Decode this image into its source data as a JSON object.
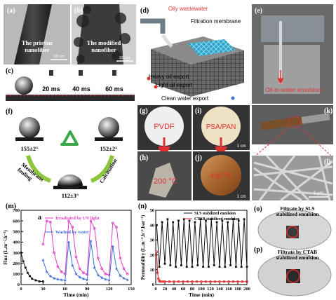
{
  "panels": {
    "a": {
      "label": "(a)",
      "caption": "The pristine\nnanofiber",
      "scale": "100 nm"
    },
    "b": {
      "label": "(b)",
      "caption": "The modified\nnanofiber",
      "scale": "100 nm"
    },
    "c": {
      "label": "(c)",
      "times": [
        "20 ms",
        "40 ms",
        "60 ms"
      ]
    },
    "d": {
      "label": "(d)",
      "oily": "Oily wastewater",
      "membrane": "Filtration membrane",
      "heavy": "Heavy oil export",
      "light": "Light oil export",
      "clean": "Clean water export"
    },
    "e": {
      "label": "(e)",
      "caption": "Oil-in-water emulsion"
    },
    "f": {
      "label": "(f)",
      "angle1": "155±2°",
      "angle2": "152±2°",
      "angle3": "112±3°",
      "fouling": "Membrane\nfouling",
      "calcination": "Calcination"
    },
    "g": {
      "label": "(g)",
      "text": "PVDF"
    },
    "h": {
      "label": "(h)",
      "text": "200 °C"
    },
    "i": {
      "label": "(i)",
      "text": "PSA/PAN",
      "scale": "1 cm"
    },
    "j": {
      "label": "(j)",
      "text": "400 °C",
      "scale": "1 cm"
    },
    "k": {
      "label": "(k)"
    },
    "l": {
      "label": "(l)",
      "scale": "5 μm"
    },
    "o": {
      "label": "(o)",
      "caption": "Filtrate by SLS\nstabilized emulsion"
    },
    "p": {
      "label": "(p)",
      "caption": "Filtrate by CTAB\nstabilized emulsion"
    }
  },
  "colors": {
    "uv": "#e23dc6",
    "water": "#3f6fd8",
    "sls": "#111111",
    "ctab": "#e02020",
    "arrow": "#e03030"
  },
  "chart_data": [
    {
      "panel": "(m)",
      "type": "line",
      "inset_label": "a",
      "xlabel": "Time (min)",
      "ylabel": "Flux (L.m⁻².h⁻¹)",
      "xlim": [
        0,
        150
      ],
      "ylim": [
        0,
        700
      ],
      "xticks": [
        0,
        30,
        60,
        90,
        120,
        150
      ],
      "yticks": [
        0,
        100,
        200,
        300,
        400,
        500,
        600,
        700
      ],
      "series": [
        {
          "name": "Irradiated by UV light",
          "color": "#e23dc6",
          "marker": "circle",
          "x": [
            30,
            35,
            40,
            45,
            50,
            55,
            60,
            65,
            70,
            75,
            80,
            85,
            90,
            95,
            100,
            105,
            110,
            115,
            120,
            125,
            130,
            135,
            140,
            145
          ],
          "y": [
            380,
            600,
            590,
            300,
            170,
            120,
            100,
            600,
            540,
            260,
            150,
            110,
            95,
            600,
            530,
            250,
            150,
            100,
            90,
            580,
            540,
            250,
            150,
            100
          ]
        },
        {
          "name": "Washed by water",
          "color": "#3f6fd8",
          "marker": "star",
          "x": [
            30,
            35,
            40,
            45,
            50,
            55,
            60,
            65,
            70,
            75,
            80,
            85,
            90,
            95,
            100,
            105,
            110,
            115,
            120,
            125,
            130,
            135,
            140,
            145
          ],
          "y": [
            230,
            120,
            80,
            60,
            50,
            45,
            40,
            400,
            180,
            100,
            70,
            55,
            45,
            410,
            160,
            90,
            65,
            50,
            40,
            360,
            150,
            85,
            60,
            45
          ]
        },
        {
          "name": "",
          "color": "#111111",
          "marker": "square",
          "x": [
            0,
            3,
            6,
            9,
            12,
            15,
            20,
            25,
            30
          ],
          "y": [
            300,
            220,
            160,
            110,
            80,
            55,
            40,
            30,
            30
          ]
        }
      ]
    },
    {
      "panel": "(n)",
      "type": "line",
      "xlabel": "Time (min)",
      "ylabel": "Permeability (L.m⁻².h⁻¹.bar⁻¹)",
      "xlim": [
        0,
        200
      ],
      "ylim": [
        0,
        50
      ],
      "xticks": [
        0,
        20,
        40,
        60,
        80,
        100,
        120,
        140,
        160,
        180,
        200
      ],
      "yticks": [
        0,
        10,
        20,
        30,
        40,
        50
      ],
      "series": [
        {
          "name": "SLS stabilized emulsion",
          "color": "#111111",
          "marker": "square",
          "x": [
            2,
            8,
            14,
            20,
            26,
            32,
            38,
            44,
            50,
            56,
            62,
            68,
            74,
            80,
            86,
            92,
            98,
            104,
            110,
            116,
            122,
            128,
            134,
            140,
            146,
            152,
            158,
            164,
            170,
            176,
            182,
            188,
            194,
            200
          ],
          "y": [
            40,
            12,
            42,
            14,
            44,
            13,
            42,
            12,
            43,
            13,
            44,
            12,
            43,
            12,
            42,
            13,
            44,
            12,
            43,
            12,
            44,
            13,
            42,
            12,
            43,
            12,
            42,
            13,
            44,
            12,
            43,
            12,
            44,
            12
          ]
        },
        {
          "name": "CTAB stabilized emulsion",
          "color": "#e02020",
          "marker": "circle",
          "x": [
            2,
            4,
            6,
            8,
            10,
            15,
            20,
            30,
            40,
            50,
            60,
            70,
            80,
            90,
            100,
            110,
            120,
            130,
            140,
            150,
            160,
            170,
            180,
            190,
            200
          ],
          "y": [
            22,
            8,
            4,
            2.5,
            2,
            2,
            2,
            2,
            2,
            2,
            2,
            2,
            2,
            2,
            2,
            2,
            2,
            2,
            2,
            2,
            2,
            2,
            2,
            2,
            2
          ]
        }
      ]
    }
  ]
}
